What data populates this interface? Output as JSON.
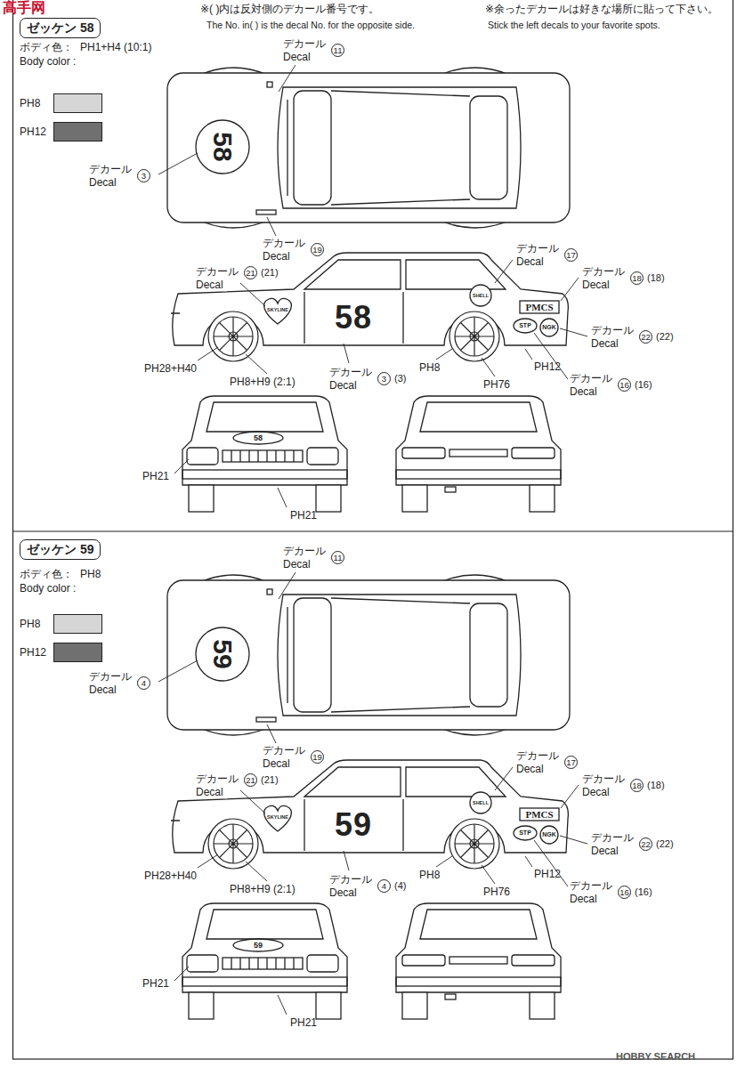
{
  "diagram": {
    "nodes": [
      {
        "text": [
          "ゼッケン 58"
        ]
      },
      {
        "text": [
          "ゼッケン 59"
        ]
      }
    ],
    "labels": [
      "※( )内は反対側のデカール番号です。",
      "The No. in( ) is the decal No. for the opposite side.",
      "※余ったデカールは好きな場所に貼って下さい。",
      "Stick the left decals to your favorite spots.",
      "高手网",
      "HOBBY SEARCH",
      "ボディ色：",
      "PH1+H4 (10:1)",
      "Body color :",
      "デカール",
      "Decal",
      "11",
      "デカール",
      "Decal",
      "3",
      "58",
      "デカール",
      "Decal",
      "19",
      "デカール",
      "Decal",
      "17",
      "デカール",
      "Decal",
      "18",
      "(18)",
      "デカール",
      "Decal",
      "21",
      "(21)",
      "デカール",
      "Decal",
      "22",
      "(22)",
      "デカール",
      "Decal",
      "3",
      "(3)",
      "デカール",
      "Decal",
      "16",
      "(16)",
      "58",
      "SKYLINE",
      "SHELL",
      "PMCS",
      "STP",
      "NGK",
      "58",
      "PH28+H40",
      "PH8+H9 (2:1)",
      "PH8",
      "PH76",
      "PH12",
      "PH21",
      "PH21",
      "ボディ色：",
      "PH8",
      "Body color :",
      "デカール",
      "Decal",
      "11",
      "デカール",
      "Decal",
      "4",
      "59",
      "デカール",
      "Decal",
      "19",
      "デカール",
      "Decal",
      "17",
      "デカール",
      "Decal",
      "18",
      "(18)",
      "デカール",
      "Decal",
      "21",
      "(21)",
      "デカール",
      "Decal",
      "22",
      "(22)",
      "デカール",
      "Decal",
      "4",
      "(4)",
      "デカール",
      "Decal",
      "16",
      "(16)",
      "59",
      "SKYLINE",
      "SHELL",
      "PMCS",
      "STP",
      "NGK",
      "59",
      "PH28+H40",
      "PH8+H9 (2:1)",
      "PH8",
      "PH76",
      "PH12",
      "PH21",
      "PH21"
    ],
    "legend": [
      {
        "text": "PH8",
        "color": "#d6d6d6"
      },
      {
        "text": "PH12",
        "color": "#707070"
      },
      {
        "text": "PH8",
        "color": "#d6d6d6"
      },
      {
        "text": "PH12",
        "color": "#707070"
      }
    ]
  }
}
